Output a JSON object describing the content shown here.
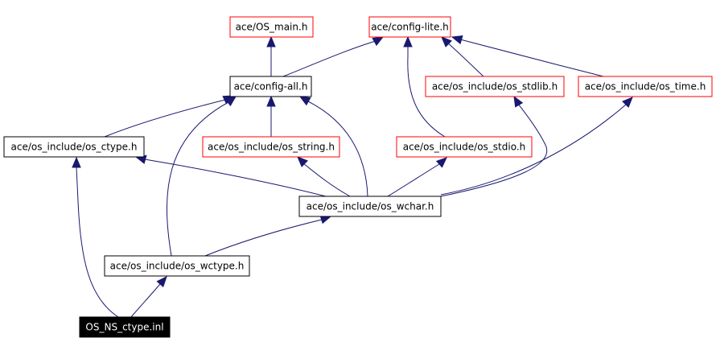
{
  "colors": {
    "edge": "#191970",
    "link_border": "#000000",
    "external_border": "#ff0000",
    "root_fill": "#000000",
    "root_text": "#ffffff",
    "node_fill": "#ffffff",
    "node_text": "#000000"
  },
  "nodes": {
    "os_main": {
      "label": "ace/OS_main.h",
      "kind": "external"
    },
    "config_lite": {
      "label": "ace/config-lite.h",
      "kind": "external"
    },
    "config_all": {
      "label": "ace/config-all.h",
      "kind": "link"
    },
    "os_stdlib": {
      "label": "ace/os_include/os_stdlib.h",
      "kind": "external"
    },
    "os_time": {
      "label": "ace/os_include/os_time.h",
      "kind": "external"
    },
    "os_ctype": {
      "label": "ace/os_include/os_ctype.h",
      "kind": "link"
    },
    "os_string": {
      "label": "ace/os_include/os_string.h",
      "kind": "external"
    },
    "os_stdio": {
      "label": "ace/os_include/os_stdio.h",
      "kind": "external"
    },
    "os_wchar": {
      "label": "ace/os_include/os_wchar.h",
      "kind": "link"
    },
    "os_wctype": {
      "label": "ace/os_include/os_wctype.h",
      "kind": "link"
    },
    "os_ns_ctype": {
      "label": "OS_NS_ctype.inl",
      "kind": "root"
    }
  },
  "edges": [
    {
      "from": "config_all",
      "to": "os_main"
    },
    {
      "from": "config_all",
      "to": "config_lite"
    },
    {
      "from": "os_stdlib",
      "to": "config_lite"
    },
    {
      "from": "os_time",
      "to": "config_lite"
    },
    {
      "from": "os_stdio",
      "to": "config_lite"
    },
    {
      "from": "os_ctype",
      "to": "config_all"
    },
    {
      "from": "os_string",
      "to": "config_all"
    },
    {
      "from": "os_wchar",
      "to": "config_all"
    },
    {
      "from": "os_wctype",
      "to": "config_all"
    },
    {
      "from": "os_wchar",
      "to": "os_ctype"
    },
    {
      "from": "os_wchar",
      "to": "os_string"
    },
    {
      "from": "os_wchar",
      "to": "os_stdio"
    },
    {
      "from": "os_wchar",
      "to": "os_stdlib"
    },
    {
      "from": "os_wchar",
      "to": "os_time"
    },
    {
      "from": "os_wctype",
      "to": "os_wchar"
    },
    {
      "from": "os_ns_ctype",
      "to": "os_ctype"
    },
    {
      "from": "os_ns_ctype",
      "to": "os_wctype"
    }
  ]
}
